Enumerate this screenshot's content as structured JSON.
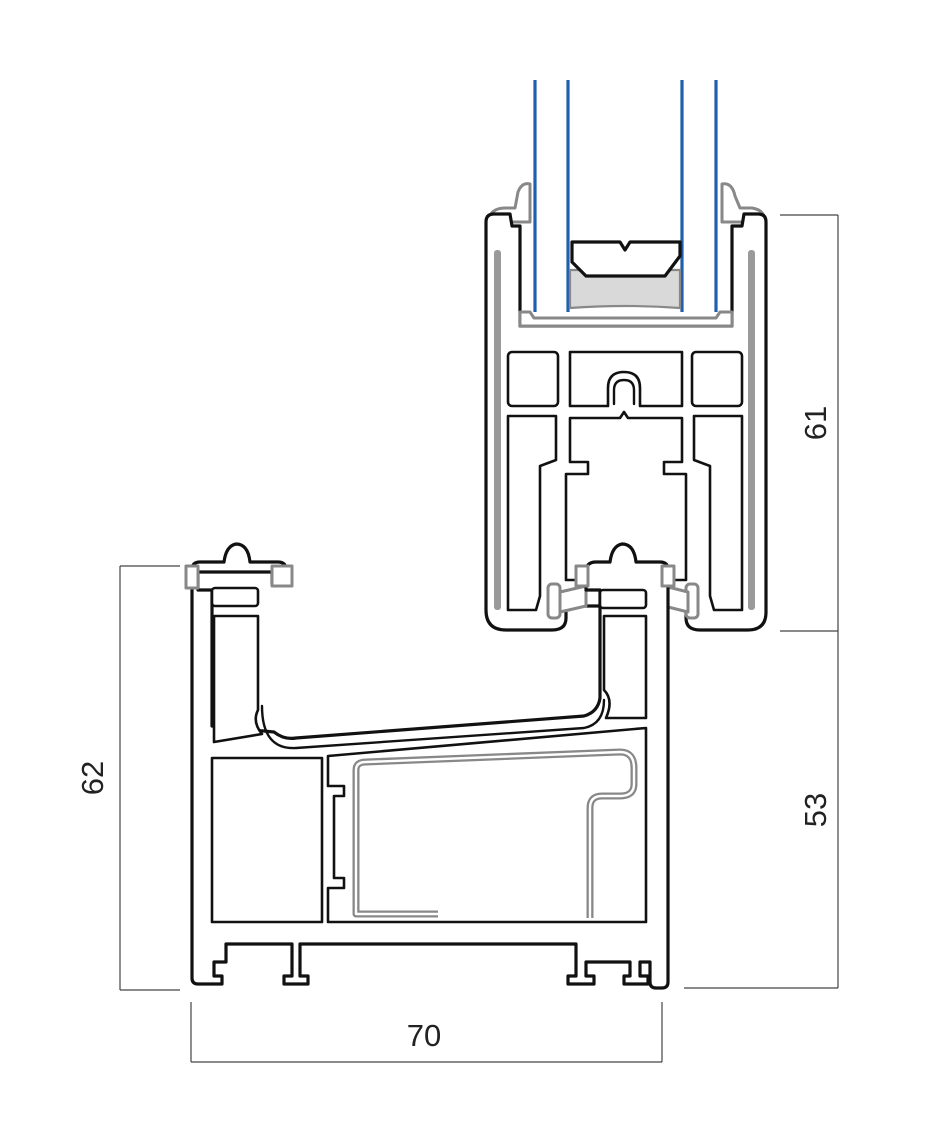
{
  "diagram": {
    "dimensions": {
      "frame_height": "62",
      "total_width": "70",
      "sash_height": "61",
      "lower_height": "53"
    },
    "colors": {
      "profile_stroke": "#111111",
      "gasket": "#888888",
      "glass": "#1f5fae",
      "dimension": "#444444"
    }
  }
}
